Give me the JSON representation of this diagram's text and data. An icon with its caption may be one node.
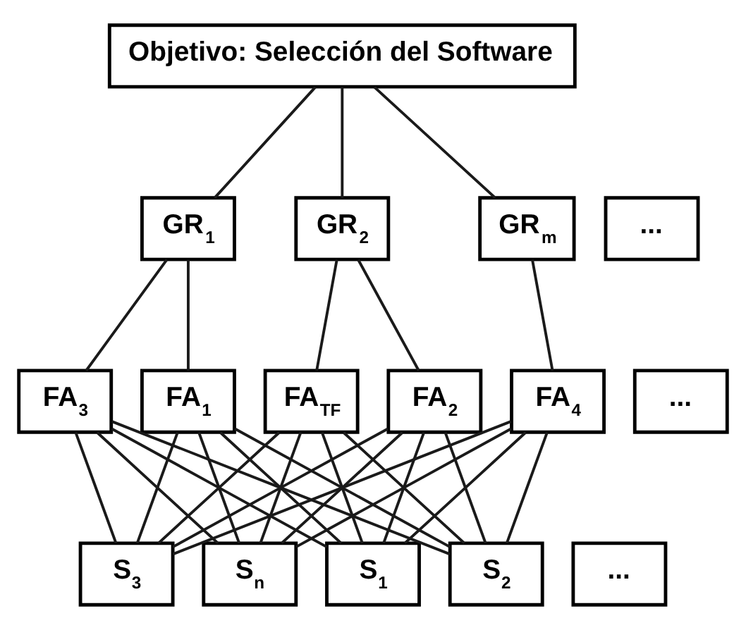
{
  "diagram": {
    "nodes": [
      {
        "text": [
          "Objetivo: Selección del Software"
        ]
      },
      {
        "text": [
          "GR$_{1}$"
        ]
      },
      {
        "text": [
          "GR$_{2}$"
        ]
      },
      {
        "text": [
          "..."
        ]
      },
      {
        "text": [
          "GR$_{m}$"
        ]
      },
      {
        "text": [
          "FA$_{1}$"
        ]
      },
      {
        "text": [
          "FA$_{2}$"
        ]
      },
      {
        "text": [
          "FA$_{3}$"
        ]
      },
      {
        "text": [
          "FA$_{4}$"
        ]
      },
      {
        "text": [
          "..."
        ]
      },
      {
        "text": [
          "FA$_{TF}$"
        ]
      },
      {
        "text": [
          "S$_{1}$"
        ]
      },
      {
        "text": [
          "S$_{2}$"
        ]
      },
      {
        "text": [
          "S$_{3}$"
        ]
      },
      {
        "text": [
          "..."
        ]
      },
      {
        "text": [
          "S$_{n}$"
        ]
      }
    ],
    "edges": [
      {
        "from": 0,
        "to": 1,
        "arrow": "none"
      },
      {
        "from": 0,
        "to": 2,
        "arrow": "none"
      },
      {
        "from": 0,
        "to": 4,
        "arrow": "none"
      },
      {
        "from": 1,
        "to": 5,
        "arrow": "none"
      },
      {
        "from": 1,
        "to": 7,
        "arrow": "none"
      },
      {
        "from": 2,
        "to": 6,
        "arrow": "none"
      },
      {
        "from": 2,
        "to": 10,
        "arrow": "none"
      },
      {
        "from": 4,
        "to": 8,
        "arrow": "none"
      },
      {
        "from": 5,
        "to": 11,
        "arrow": "none"
      },
      {
        "from": 5,
        "to": 12,
        "arrow": "none"
      },
      {
        "from": 5,
        "to": 13,
        "arrow": "none"
      },
      {
        "from": 5,
        "to": 15,
        "arrow": "none"
      },
      {
        "from": 6,
        "to": 11,
        "arrow": "none"
      },
      {
        "from": 6,
        "to": 12,
        "arrow": "none"
      },
      {
        "from": 6,
        "to": 13,
        "arrow": "none"
      },
      {
        "from": 6,
        "to": 15,
        "arrow": "none"
      },
      {
        "from": 7,
        "to": 11,
        "arrow": "none"
      },
      {
        "from": 7,
        "to": 12,
        "arrow": "none"
      },
      {
        "from": 7,
        "to": 13,
        "arrow": "none"
      },
      {
        "from": 7,
        "to": 15,
        "arrow": "none"
      },
      {
        "from": 8,
        "to": 11,
        "arrow": "none"
      },
      {
        "from": 8,
        "to": 12,
        "arrow": "none"
      },
      {
        "from": 8,
        "to": 13,
        "arrow": "none"
      },
      {
        "from": 8,
        "to": 15,
        "arrow": "none"
      },
      {
        "from": 10,
        "to": 11,
        "arrow": "none"
      },
      {
        "from": 10,
        "to": 12,
        "arrow": "none"
      },
      {
        "from": 10,
        "to": 13,
        "arrow": "none"
      },
      {
        "from": 10,
        "to": 15,
        "arrow": "none"
      }
    ]
  }
}
